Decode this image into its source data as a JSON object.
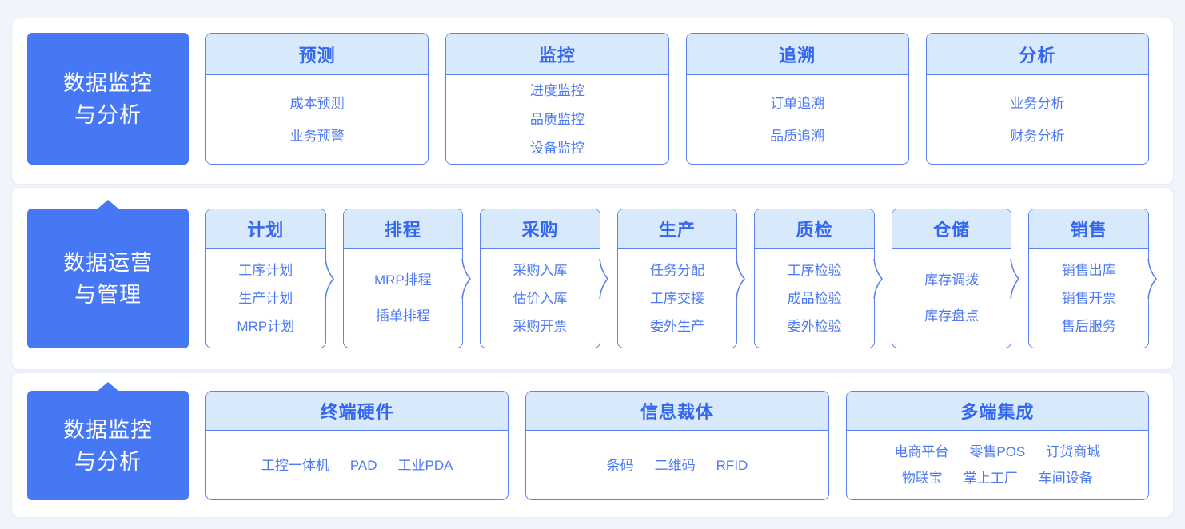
{
  "theme": {
    "page_bg": "#f1f4fb",
    "panel_bg": "#ffffff",
    "panel_border": "#e9edf6",
    "accent_blue": "#4677f5",
    "card_border_blue": "#5e81f2",
    "card_header_bg": "#d9e9fc",
    "title_text_blue": "#3467f0",
    "item_text_blue": "#4d79f3",
    "label_text_color": "#ffffff"
  },
  "rows": [
    {
      "label": {
        "line1": "数据监控",
        "line2": "与分析",
        "pointer": false
      },
      "chevrons": false,
      "cards": [
        {
          "title": "预测",
          "items": [
            "成本预测",
            "业务预警"
          ]
        },
        {
          "title": "监控",
          "items": [
            "进度监控",
            "品质监控",
            "设备监控"
          ]
        },
        {
          "title": "追溯",
          "items": [
            "订单追溯",
            "品质追溯"
          ]
        },
        {
          "title": "分析",
          "items": [
            "业务分析",
            "财务分析"
          ]
        }
      ]
    },
    {
      "label": {
        "line1": "数据运营",
        "line2": "与管理",
        "pointer": true
      },
      "chevrons": true,
      "cards": [
        {
          "title": "计划",
          "items": [
            "工序计划",
            "生产计划",
            "MRP计划"
          ]
        },
        {
          "title": "排程",
          "items": [
            "MRP排程",
            "插单排程"
          ]
        },
        {
          "title": "采购",
          "items": [
            "采购入库",
            "估价入库",
            "采购开票"
          ]
        },
        {
          "title": "生产",
          "items": [
            "任务分配",
            "工序交接",
            "委外生产"
          ]
        },
        {
          "title": "质检",
          "items": [
            "工序检验",
            "成品检验",
            "委外检验"
          ]
        },
        {
          "title": "仓储",
          "items": [
            "库存调拨",
            "库存盘点"
          ]
        },
        {
          "title": "销售",
          "items": [
            "销售出库",
            "销售开票",
            "售后服务"
          ]
        }
      ]
    },
    {
      "label": {
        "line1": "数据监控",
        "line2": "与分析",
        "pointer": true
      },
      "chevrons": false,
      "cards": [
        {
          "title": "终端硬件",
          "item_lines": [
            [
              "工控一体机",
              "PAD",
              "工业PDA"
            ]
          ]
        },
        {
          "title": "信息裁体",
          "item_lines": [
            [
              "条码",
              "二维码",
              "RFID"
            ]
          ]
        },
        {
          "title": "多端集成",
          "item_lines": [
            [
              "电商平台",
              "零售POS",
              "订货商城"
            ],
            [
              "物联宝",
              "掌上工厂",
              "车间设备"
            ]
          ]
        }
      ]
    }
  ]
}
